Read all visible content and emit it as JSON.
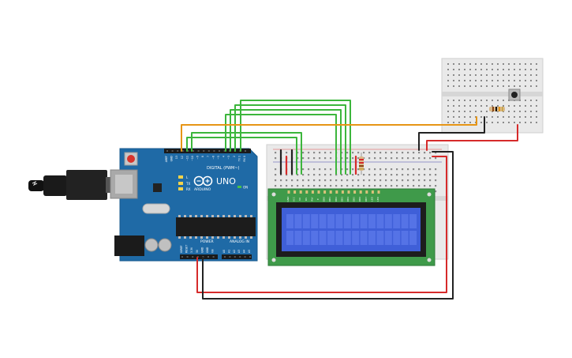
{
  "arduino": {
    "brand": "ARDUINO",
    "model": "UNO",
    "digital_label": "DIGITAL (PWM~)",
    "power_label": "POWER",
    "analog_label": "ANALOG IN",
    "on_label": "ON",
    "led_l": "L",
    "led_tx": "TX",
    "led_rx": "RX",
    "top_pins": [
      "AREF",
      "GND",
      "13",
      "12",
      "~11",
      "~10",
      "~9",
      "8",
      "7",
      "~6",
      "~5",
      "4",
      "~3",
      "2",
      "TX 1",
      "RX 0"
    ],
    "power_pins": [
      "IOREF",
      "RESET",
      "3.3V",
      "5V",
      "GND",
      "GND",
      "Vin"
    ],
    "analog_pins": [
      "A0",
      "A1",
      "A2",
      "A3",
      "A4",
      "A5"
    ]
  },
  "lcd": {
    "columns": 16,
    "rows": 2,
    "pin_labels": [
      "GND",
      "VCC",
      "V0",
      "RS",
      "RW",
      "E",
      "DB0",
      "DB1",
      "DB2",
      "DB3",
      "DB4",
      "DB5",
      "DB6",
      "DB7",
      "LED",
      "LED"
    ]
  },
  "colors": {
    "board_blue": "#1f6aa6",
    "lcd_pcb": "#3f9a4a",
    "lcd_screen": "#3f5fd8",
    "wire_green": "#3cb63c",
    "wire_orange": "#e69516",
    "wire_red": "#d62a2a",
    "wire_black": "#222222"
  }
}
